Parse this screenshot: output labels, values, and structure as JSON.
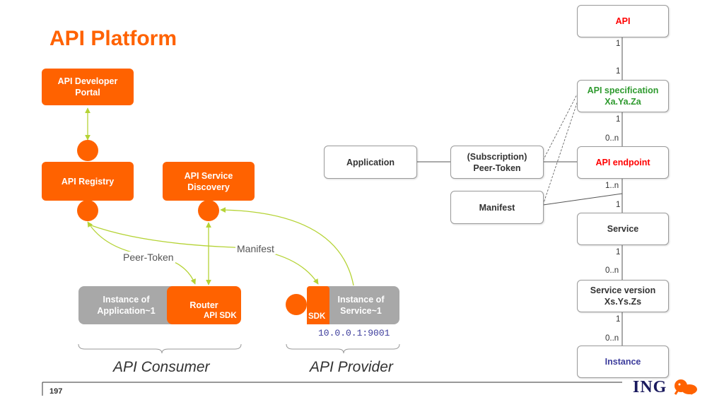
{
  "title": "API Platform",
  "left": {
    "developer_portal": "API Developer\nPortal",
    "registry": "API Registry",
    "service_discovery": "API Service\nDiscovery",
    "peer_token": "Peer-Token",
    "manifest": "Manifest",
    "instance_app": "Instance of\nApplication~1",
    "router": "Router",
    "api_sdk": "API SDK",
    "sdk": "SDK",
    "instance_service": "Instance of\nService~1",
    "address": "10.0.0.1:9001",
    "consumer": "API Consumer",
    "provider": "API Provider"
  },
  "middle": {
    "application": "Application",
    "subscription": "(Subscription)\nPeer-Token",
    "manifest": "Manifest"
  },
  "right": {
    "api": "API",
    "api_spec": "API specification\nXa.Ya.Za",
    "api_endpoint": "API endpoint",
    "service": "Service",
    "service_version": "Service version\nXs.Ys.Zs",
    "instance": "Instance",
    "m1": "1",
    "m2": "1",
    "m3": "1",
    "m4": "0..n",
    "m5": "1..n",
    "m6": "1",
    "m7": "1",
    "m8": "0..n",
    "m9": "1",
    "m10": "0..n"
  },
  "footer": {
    "page_number": "197",
    "logo": "ING"
  },
  "colors": {
    "orange": "#ff6200",
    "green_line": "#b5d335",
    "red": "#ff0000",
    "green": "#2e9a2e",
    "blue": "#3c3c9c"
  }
}
